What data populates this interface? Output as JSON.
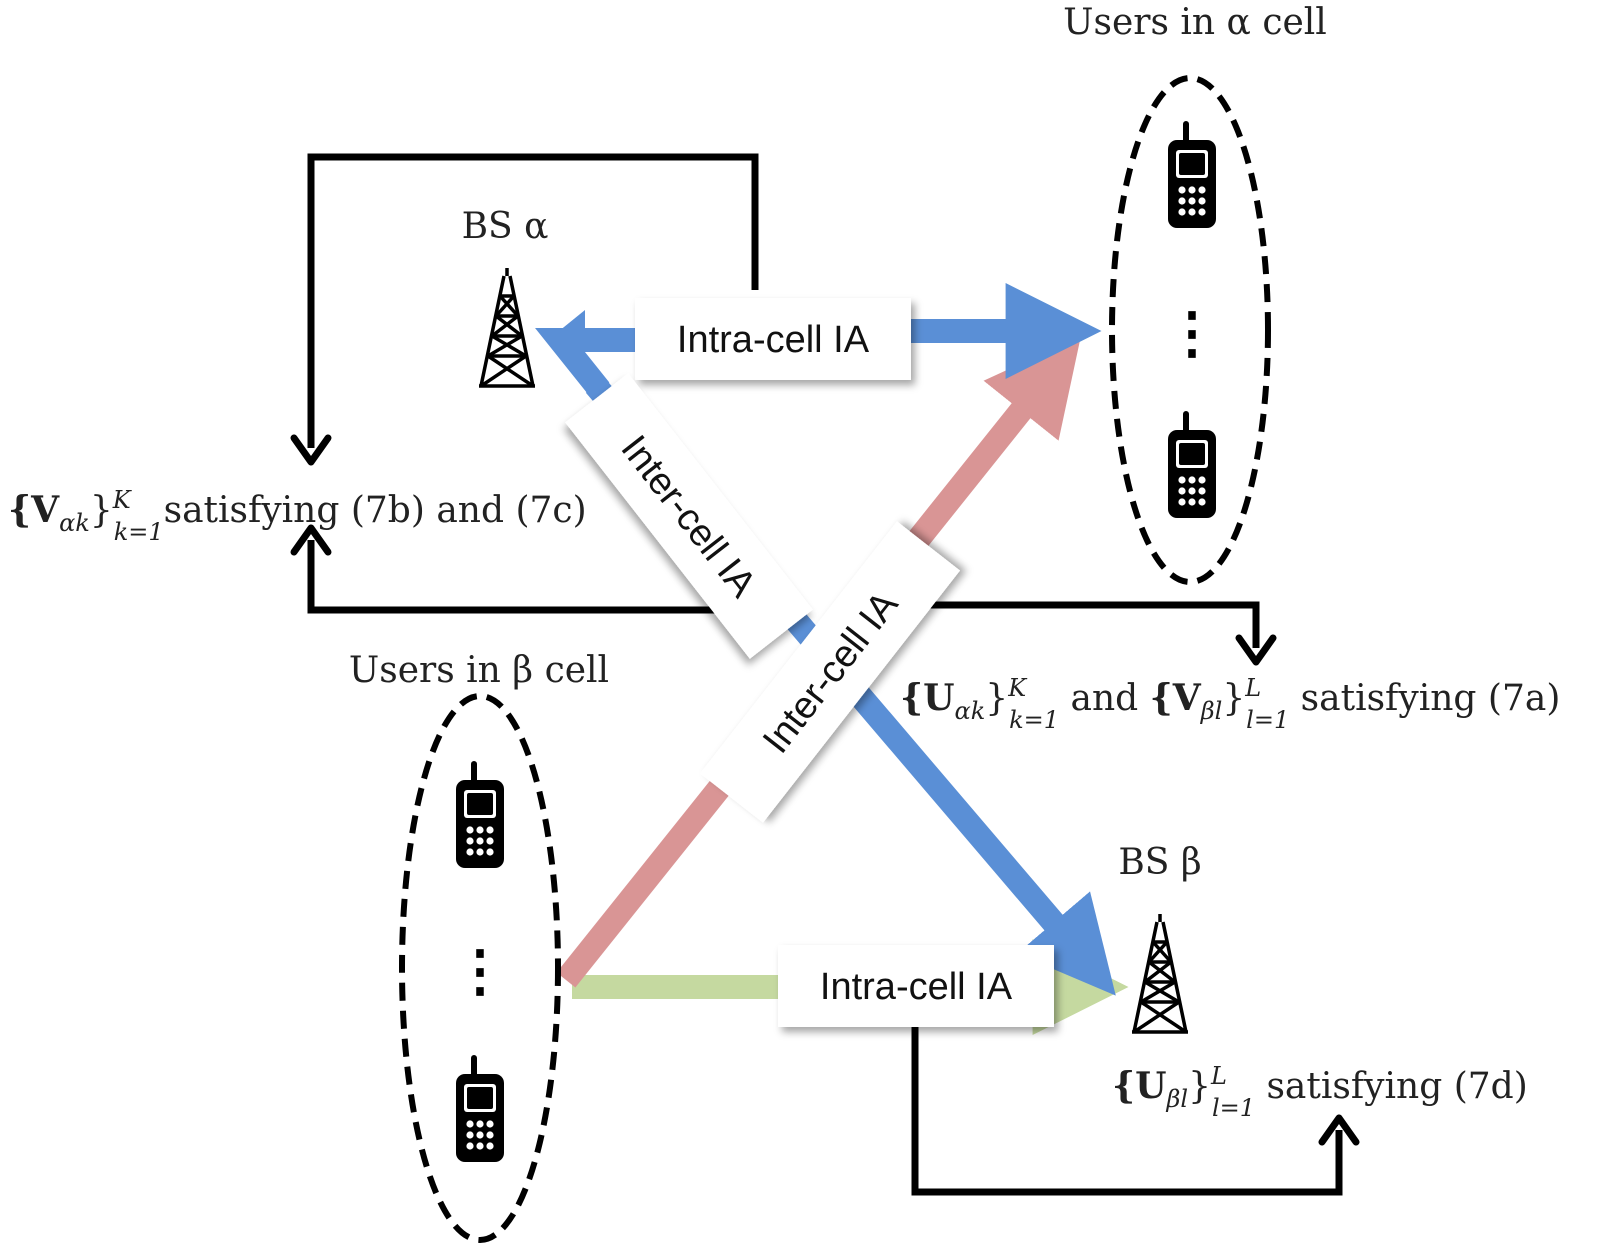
{
  "labels": {
    "users_alpha": "Users in α cell",
    "users_beta": "Users in β cell",
    "bs_alpha": "BS α",
    "bs_beta": "BS β"
  },
  "arrow_boxes": {
    "intra_top": "Intra-cell IA",
    "intra_bottom": "Intra-cell IA",
    "inter_a": "Inter-cell IA",
    "inter_b": "Inter-cell IA"
  },
  "conditions": {
    "v_alpha": {
      "var": "{V",
      "sub": "αk",
      "close": "}",
      "idx_sub": "k=1",
      "idx_sup": "K",
      "text": "satisfying (7b) and (7c)"
    },
    "u_alpha_v_beta": {
      "var1": "{U",
      "sub1": "αk",
      "close1": "}",
      "idx1_sub": "k=1",
      "idx1_sup": "K",
      "mid": " and ",
      "var2": "{V",
      "sub2": "βl",
      "close2": "}",
      "idx2_sub": "l=1",
      "idx2_sup": "L",
      "text": " satisfying (7a)"
    },
    "u_beta": {
      "var": "{U",
      "sub": "βl",
      "close": "}",
      "idx_sub": "l=1",
      "idx_sup": "L",
      "text": " satisfying (7d)"
    }
  },
  "icons": {
    "ellipsis": "⋮"
  },
  "colors": {
    "blue_arrow": "#5a8fd6",
    "red_arrow": "#d99595",
    "green_arrow": "#c5d9a0",
    "black": "#000000"
  }
}
